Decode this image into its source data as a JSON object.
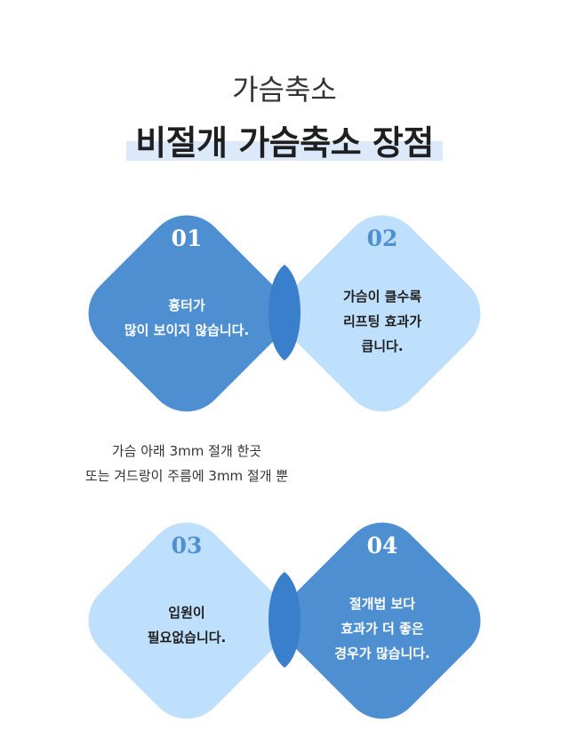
{
  "header": {
    "subtitle": "가슴축소",
    "title": "비절개 가슴축소 장점"
  },
  "cards": [
    {
      "number": "01",
      "line1": "흉터가",
      "line2": "많이 보이지 않습니다.",
      "line3": ""
    },
    {
      "number": "02",
      "line1": "가슴이 클수록",
      "line2": "리프팅 효과가",
      "line3": "큽니다."
    },
    {
      "number": "03",
      "line1": "입원이",
      "line2": "필요없습니다.",
      "line3": ""
    },
    {
      "number": "04",
      "line1": "절개법 보다",
      "line2": "효과가 더 좋은",
      "line3": "경우가 많습니다."
    }
  ],
  "note": {
    "line1": "가슴 아래 3mm 절개 한곳",
    "line2": "또는 겨드랑이 주름에 3mm 절개 뿐"
  },
  "colors": {
    "dark_blue": "#4d8fd1",
    "light_blue": "#bfe0fc",
    "overlap_blue": "#3a7fcc",
    "title_highlight": "#dbe9fa"
  }
}
